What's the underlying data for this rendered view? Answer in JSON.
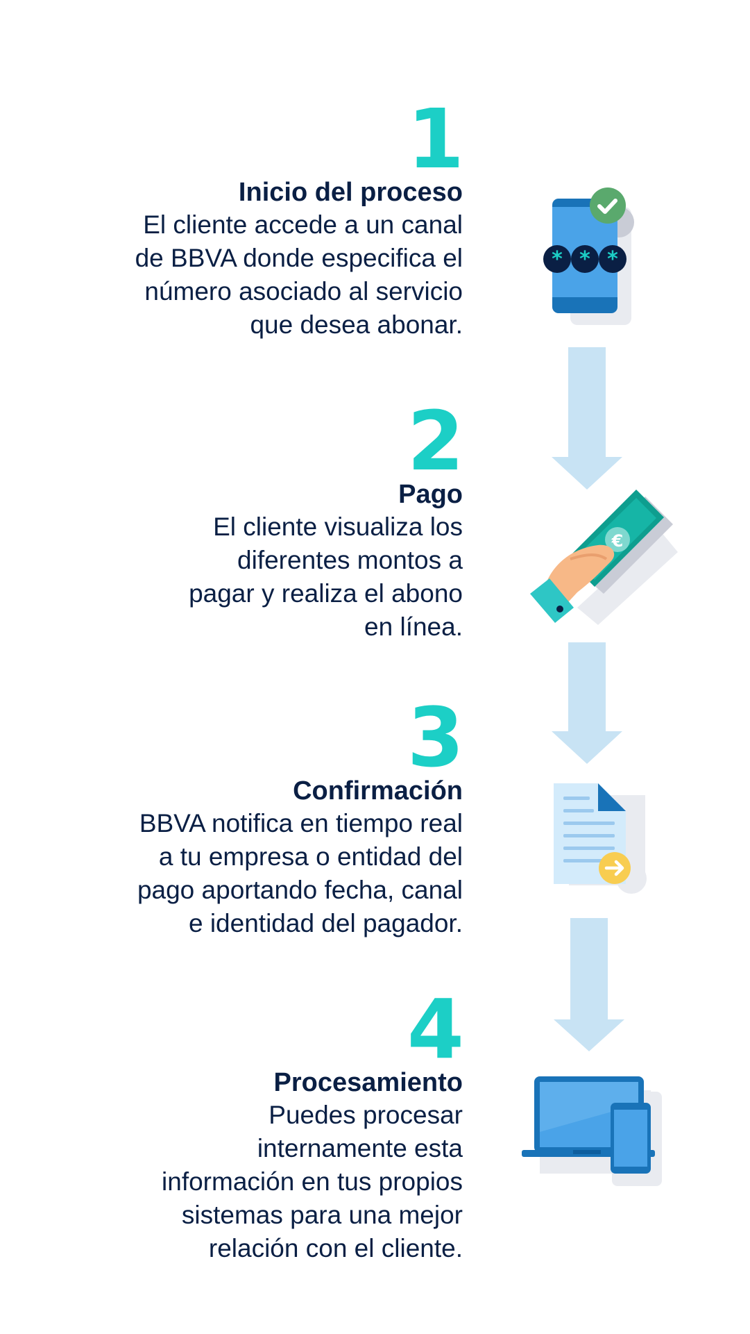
{
  "steps": [
    {
      "number": "1",
      "title": "Inicio del proceso",
      "lines": [
        "El cliente accede a un canal",
        "de BBVA donde especifica el",
        "número asociado al servicio",
        "que desea abonar."
      ],
      "icon": "phone-pin-icon"
    },
    {
      "number": "2",
      "title": "Pago",
      "lines": [
        "El cliente visualiza los",
        "diferentes montos a",
        "pagar y realiza el abono",
        "en línea."
      ],
      "icon": "hand-money-icon"
    },
    {
      "number": "3",
      "title": "Confirmación",
      "lines": [
        "BBVA notifica en tiempo real",
        "a tu empresa o entidad del",
        "pago aportando fecha, canal",
        "e identidad del pagador."
      ],
      "icon": "document-send-icon"
    },
    {
      "number": "4",
      "title": "Procesamiento",
      "lines": [
        "Puedes procesar",
        "internamente esta",
        "información en tus propios",
        "sistemas para una mejor",
        "relación con el cliente."
      ],
      "icon": "laptop-phone-icon"
    }
  ],
  "colors": {
    "number": "#1ccfc6",
    "text": "#0a1f44",
    "arrow": "#c8e3f4",
    "blue": "#1973b8",
    "light_blue": "#4aa3e8"
  }
}
